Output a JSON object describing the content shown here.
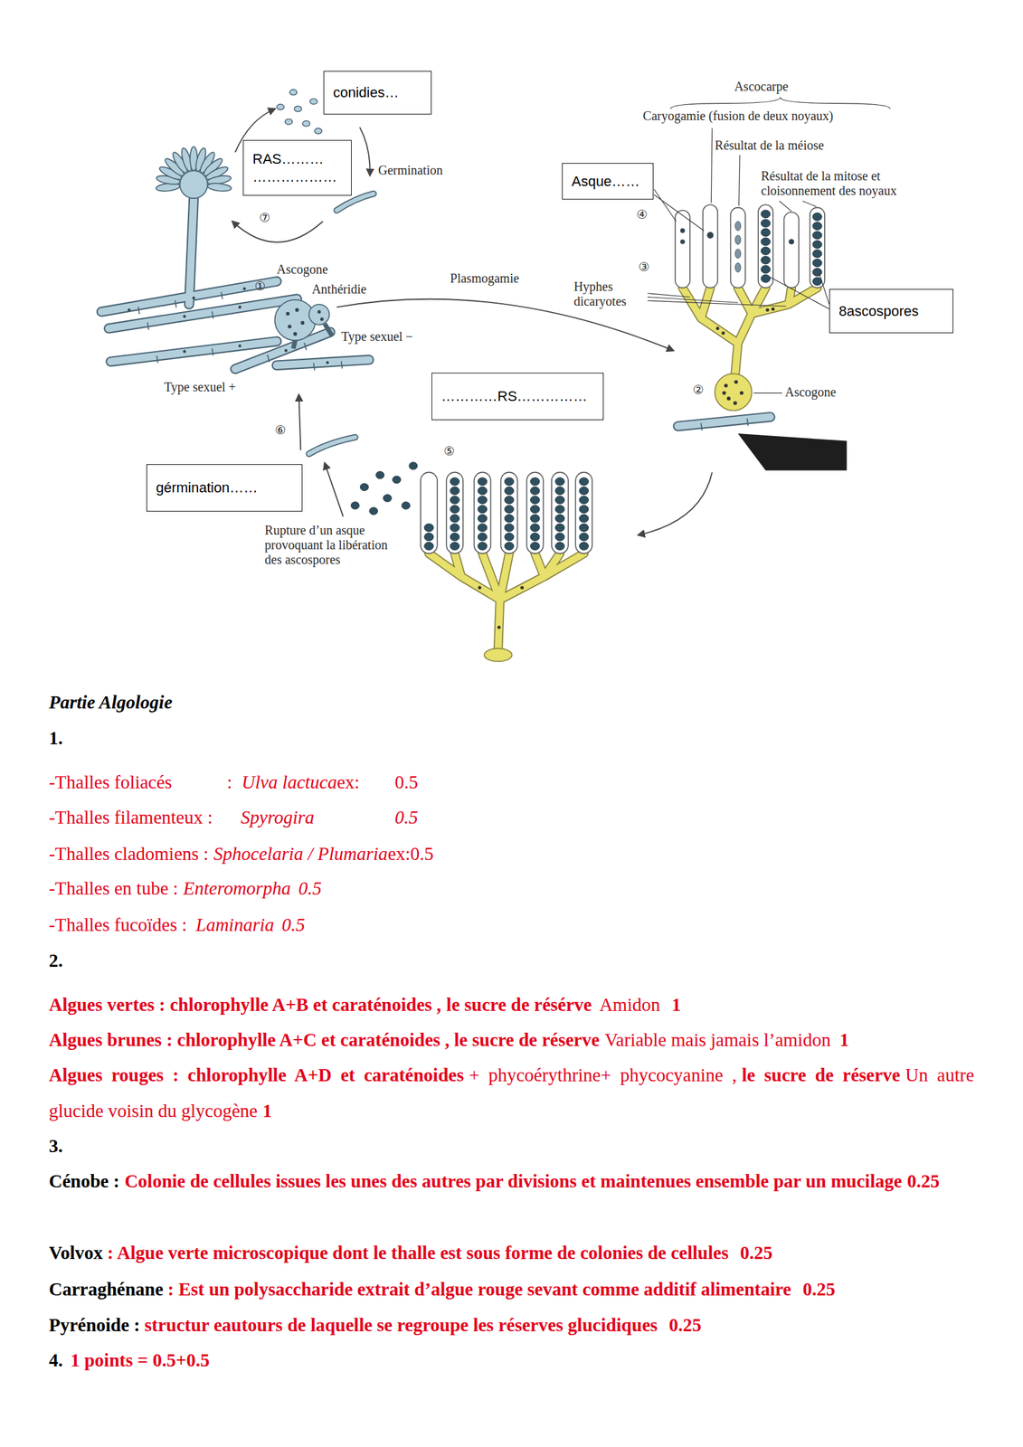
{
  "diagram": {
    "nodes": [
      {
        "text": [
          "conidies…"
        ]
      },
      {
        "text": [
          "RAS……… ………………"
        ]
      },
      {
        "text": [
          "Asque……"
        ]
      },
      {
        "text": [
          "8ascospores"
        ]
      },
      {
        "text": [
          "…………RS……………"
        ]
      },
      {
        "text": [
          "gérmination……"
        ]
      }
    ],
    "labels": [
      "Ascocarpe",
      "Caryogamie (fusion de deux noyaux)",
      "Résultat de la méiose",
      "Germination",
      "Résultat de la mitose et cloisonnement des noyaux",
      "⑦",
      "④",
      "Ascogone",
      "①",
      "Anthéridie",
      "Plasmogamie",
      "③",
      "Hyphes dicaryotes",
      "Type sexuel −",
      "Type sexuel +",
      "②",
      "Ascogone",
      "⑥",
      "⑤",
      "Rupture d’un asque provoquant la libération des ascospores",
      "Partie Algologie",
      "1.",
      "-Thalles foliacés",
      ":",
      "Ulva lactuca",
      "ex:",
      "0.5",
      "-Thalles filamenteux :",
      "Spyrogira",
      "0.5",
      "-Thalles cladomiens :",
      "Sphocelaria / Plumaria",
      "ex:0.5",
      "-Thalles en tube :",
      "Enteromorpha",
      "0.5",
      "-Thalles fucoïdes :",
      "Laminaria",
      "0.5",
      "2.",
      "Algues vertes : chlorophylle A+B et caraténoides ,",
      "le sucre de résérve",
      "Amidon",
      "1",
      "Algues brunes : chlorophylle A+C et caraténoides , le sucre de réserve",
      "Variable mais jamais l’amidon",
      "1",
      "Algues rouges : chlorophylle A+D et caraténoides",
      "+ phycoérythrine+ phycocyanine ,",
      "le sucre de réserve",
      "Un autre glucide voisin du glycogène",
      "1",
      "3.",
      "Cénobe :",
      "Colonie de cellules issues les unes des autres par divisions et maintenues ensemble par un mucilage",
      "0.25",
      "Volvox",
      ": Algue verte microscopique dont le thalle est sous forme de colonies de cellules",
      "0.25",
      "Carraghénane",
      ": Est un polysaccharide extrait d’algue rouge sevant comme additif alimentaire",
      "0.25",
      "Pyrénoide :",
      "structur eautours de laquelle se regroupe les réserves glucidiques",
      "0.25",
      "4.",
      "1 points = 0.5+0.5"
    ]
  }
}
